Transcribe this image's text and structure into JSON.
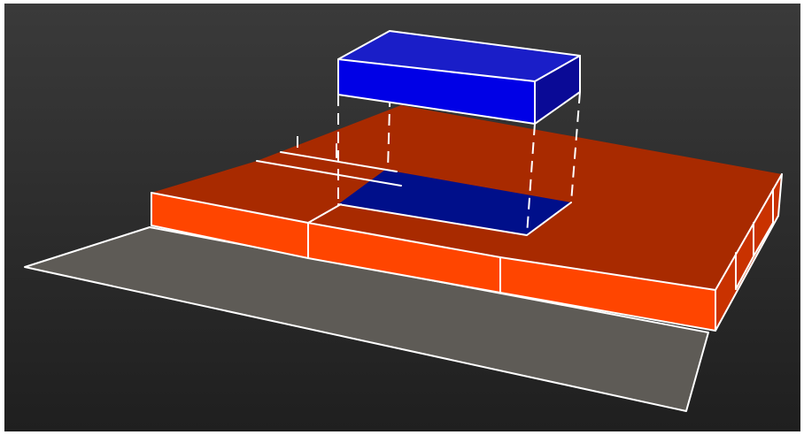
{
  "scene": {
    "description_free": true,
    "colors": {
      "background_top": "#3a3a3a",
      "background_bottom": "#202020",
      "ground": "#5e5b56",
      "base_top": "#a82a00",
      "base_side": "#ff4500",
      "base_end": "#c93200",
      "recess_floor": "#000f8a",
      "block_top": "#1a1ec8",
      "block_front": "#0000e6",
      "block_side": "#0a0a96",
      "edge": "#ffffff"
    },
    "objects": {
      "ground_plane": "ground-plane",
      "base_slab": "orange-base-slab",
      "recess": "blue-recess",
      "floating_block": "blue-floating-block",
      "projection_lines": "dashed-projection-lines"
    }
  }
}
